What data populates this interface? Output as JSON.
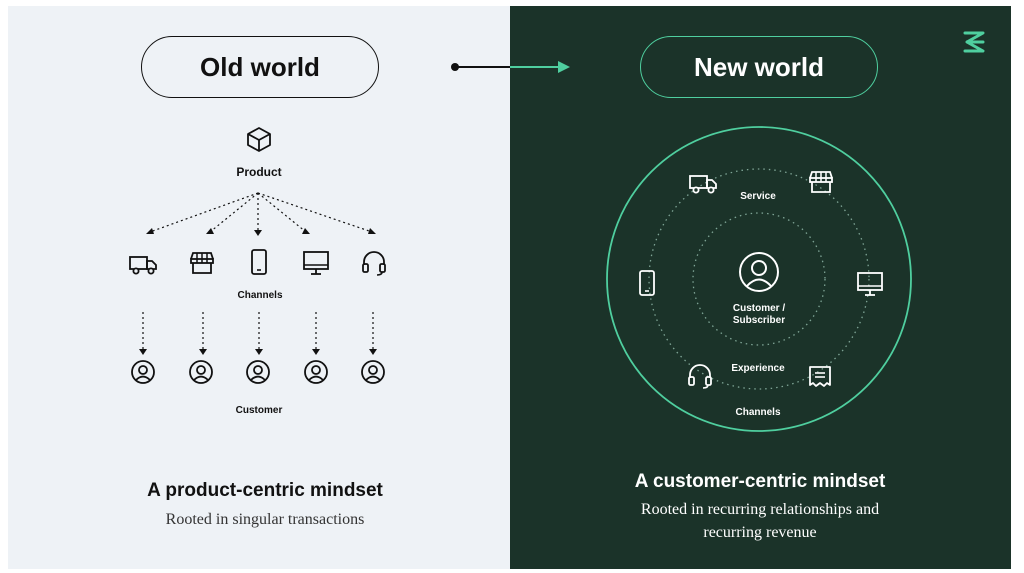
{
  "left": {
    "pill_label": "Old world",
    "product_label": "Product",
    "channels_label": "Channels",
    "customer_label": "Customer",
    "heading": "A product-centric mindset",
    "subtext": "Rooted in singular transactions",
    "channel_icons": [
      "truck-icon",
      "storefront-icon",
      "smartphone-icon",
      "monitor-icon",
      "headset-icon"
    ]
  },
  "right": {
    "pill_label": "New world",
    "center_label_line1": "Customer /",
    "center_label_line2": "Subscriber",
    "service_label": "Service",
    "experience_label": "Experience",
    "channels_label": "Channels",
    "heading": "A customer-centric mindset",
    "subtext_line1": "Rooted in recurring relationships and",
    "subtext_line2": "recurring revenue",
    "ring_icons": [
      "truck-icon",
      "storefront-icon",
      "monitor-icon",
      "receipt-icon",
      "headset-icon",
      "smartphone-icon"
    ]
  },
  "colors": {
    "left_bg": "#eef2f6",
    "right_bg": "#1b3329",
    "accent": "#4fcf9f",
    "dark_text": "#111111"
  }
}
